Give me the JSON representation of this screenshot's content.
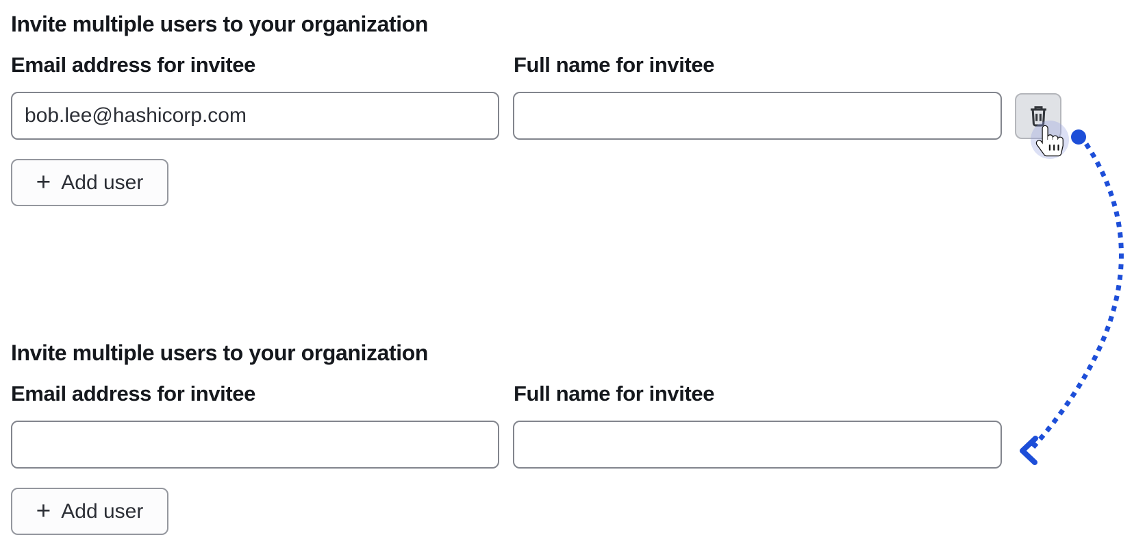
{
  "colors": {
    "background": "#ffffff",
    "accent_blue": "#1d4ed8",
    "text_primary": "#15181d",
    "input_border": "#82858d",
    "add_button_bg": "#fcfcfd",
    "add_button_border": "#94979e",
    "delete_button_bg": "#e0e2e6",
    "delete_button_border": "#b4b6bb",
    "cursor_halo": "rgba(147,158,225,0.32)"
  },
  "form_sections": [
    {
      "heading": "Invite multiple users to your organization",
      "email": {
        "label": "Email address for invitee",
        "value": "bob.lee@hashicorp.com"
      },
      "full_name": {
        "label": "Full name for invitee",
        "value": ""
      },
      "add_user": {
        "plus_icon": "+",
        "label": "Add user"
      },
      "delete_icon": "trash-icon"
    },
    {
      "heading": "Invite multiple users to your organization",
      "email": {
        "label": "Email address for invitee",
        "value": ""
      },
      "full_name": {
        "label": "Full name for invitee",
        "value": ""
      },
      "add_user": {
        "plus_icon": "+",
        "label": "Add user"
      }
    }
  ]
}
